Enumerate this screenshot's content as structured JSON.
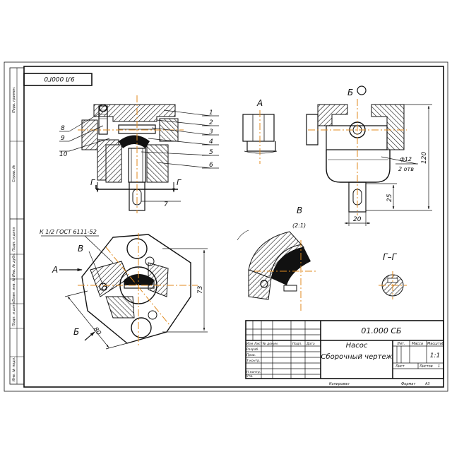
{
  "drawing": {
    "corner_code": "9Л 000Г0",
    "left_strip": [
      "Перв. примен.",
      "Справ. №",
      "Подп. и дата",
      "Инв. № дубл.",
      "Взам. инв. №",
      "Подп. и дата",
      "Инв. № подл."
    ],
    "view_labels": {
      "a": "А",
      "b_arrow": "Б",
      "v": "В",
      "gg": "Г–Г",
      "g_left": "Г",
      "g_right": "Г",
      "a_plan": "А",
      "b_plan": "Б",
      "v_plan": "В"
    },
    "part_numbers": [
      "1",
      "2",
      "3",
      "4",
      "5",
      "6",
      "7",
      "8",
      "9",
      "10"
    ],
    "standard_note": "К 1/2 ГОСТ 6111-52",
    "scale_note": "(2:1)",
    "dimensions": {
      "d12": "ф12",
      "two_holes": "2 отв",
      "h120": "120",
      "h25": "25",
      "w20": "20",
      "d73": "73",
      "d80": "80"
    }
  },
  "title_block": {
    "designation": "01.000 СБ",
    "name_line1": "Насос",
    "name_line2": "Сборочный чертеж",
    "col_headers": [
      "Изм",
      "Лист",
      "№ докум.",
      "Подп.",
      "Дата"
    ],
    "row_labels": [
      "Разраб.",
      "Пров.",
      "Т.контр.",
      "",
      "Н.контр.",
      "Утв."
    ],
    "lit_label": "Лит.",
    "mass_label": "Масса",
    "scale_label": "Масштаб",
    "scale_value": "1:1",
    "sheet_label": "Лист",
    "sheets_label": "Листов",
    "sheets_value": "1",
    "copied": "Копировал",
    "format": "Формат",
    "format_value": "А3"
  }
}
